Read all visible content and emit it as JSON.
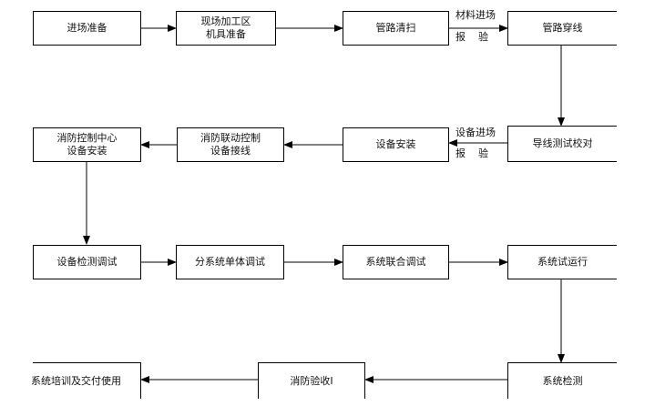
{
  "diagram": {
    "nodes": {
      "n1": "进场准备",
      "n2": "现场加工区\n机具准备",
      "n3": "管路清扫",
      "n4": "管路穿线",
      "n5": "导线测试校对",
      "n6": "设备安装",
      "n7": "消防联动控制\n设备接线",
      "n8": "消防控制中心\n设备安装",
      "n9": "设备检测调试",
      "n10": "分系统单体调试",
      "n11": "系统联合调试",
      "n12": "系统试运行",
      "n13": "系统检测",
      "n14": "消防验收I",
      "n15": "系统培训及交付使用"
    },
    "edge_labels": {
      "material_line1": "材料进场",
      "material_line2": "报    验",
      "device_line1": "设备进场",
      "device_line2": "报    验"
    }
  }
}
